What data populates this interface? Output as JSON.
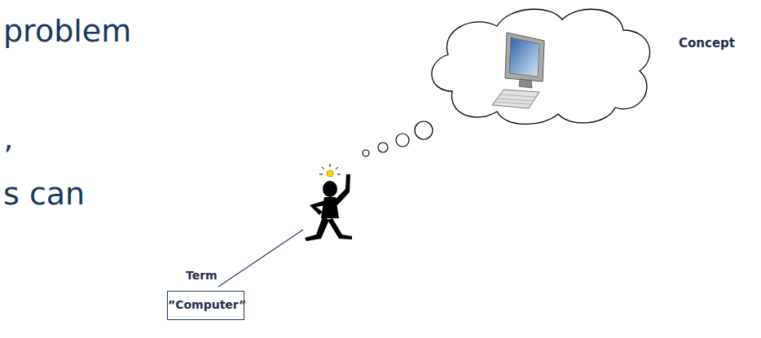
{
  "diagram": {
    "nodes": [
      {
        "text": [
          "Concept"
        ]
      },
      {
        "text": [
          "Term",
          "”Computer”"
        ]
      }
    ],
    "labels": [
      "problem",
      "’",
      "s can"
    ]
  }
}
